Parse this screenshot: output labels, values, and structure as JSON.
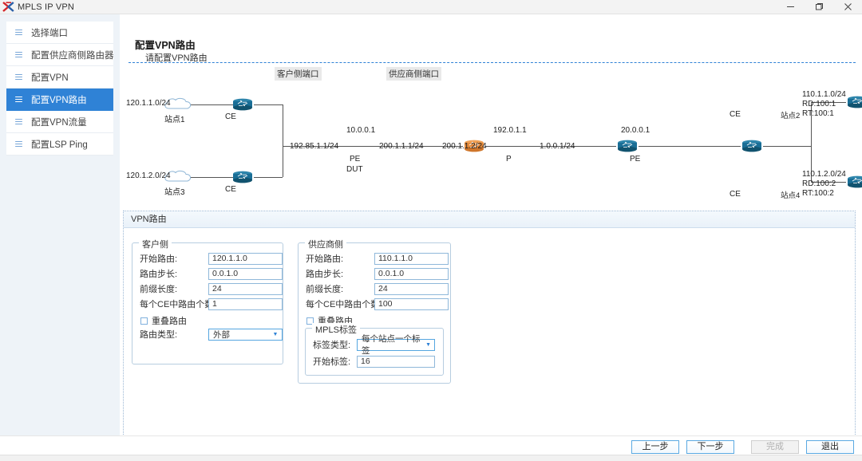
{
  "window": {
    "title": "MPLS IP VPN",
    "logo_icon": "ixia-x-logo-icon",
    "minimize_icon": "minimize-icon",
    "maximize_icon": "maximize-icon",
    "close_icon": "close-icon"
  },
  "sidebar": {
    "items": [
      {
        "label": "选择端口",
        "icon": "list-icon",
        "selected": false
      },
      {
        "label": "配置供应商侧路由器",
        "icon": "list-icon",
        "selected": false
      },
      {
        "label": "配置VPN",
        "icon": "list-icon",
        "selected": false
      },
      {
        "label": "配置VPN路由",
        "icon": "list-icon",
        "selected": true
      },
      {
        "label": "配置VPN流量",
        "icon": "list-icon",
        "selected": false
      },
      {
        "label": "配置LSP Ping",
        "icon": "list-icon",
        "selected": false
      }
    ]
  },
  "page": {
    "title": "配置VPN路由",
    "subtitle": "请配置VPN路由"
  },
  "diagram": {
    "section_labels": {
      "customer": "客户侧端口",
      "provider": "供应商侧端口"
    },
    "nodes": [
      {
        "id": "site1",
        "type": "cloud",
        "label": "站点1",
        "network": "120.1.1.0/24"
      },
      {
        "id": "ce1",
        "type": "router",
        "label": "CE",
        "color": "#1a6e96"
      },
      {
        "id": "site3",
        "type": "cloud",
        "label": "站点3",
        "network": "120.1.2.0/24"
      },
      {
        "id": "ce3",
        "type": "router",
        "label": "CE",
        "color": "#1a6e96"
      },
      {
        "id": "pedut",
        "type": "router",
        "label": "PE",
        "sublabel": "DUT",
        "address": "10.0.0.1",
        "color": "#e38a3c"
      },
      {
        "id": "p",
        "type": "router",
        "label": "P",
        "address": "192.0.1.1",
        "color": "#1a6e96"
      },
      {
        "id": "pe2",
        "type": "router",
        "label": "PE",
        "address": "20.0.0.1",
        "color": "#1a6e96"
      },
      {
        "id": "ce2",
        "type": "router",
        "label": "CE",
        "color": "#1a6e96"
      },
      {
        "id": "ce4",
        "type": "router",
        "label": "CE",
        "color": "#1a6e96"
      },
      {
        "id": "site2",
        "type": "cloud",
        "label": "站点2",
        "network": "110.1.1.0/24",
        "rd": "RD:100:1",
        "rt": "RT:100:1"
      },
      {
        "id": "site4",
        "type": "cloud",
        "label": "站点4",
        "network": "110.1.2.0/24",
        "rd": "RD:100:2",
        "rt": "RT:100:2"
      }
    ],
    "link_labels": {
      "ce_to_pedut": "192.85.1.1/24",
      "pedut_to_p": "200.1.1.1/24",
      "p_left": "200.1.1.2/24",
      "p_to_pe": "1.0.0.1/24"
    }
  },
  "panel": {
    "header": "VPN路由",
    "customer": {
      "legend": "客户侧",
      "fields": [
        {
          "label": "开始路由:",
          "value": "120.1.1.0"
        },
        {
          "label": "路由步长:",
          "value": "0.0.1.0"
        },
        {
          "label": "前缀长度:",
          "value": "24"
        },
        {
          "label": "每个CE中路由个数:",
          "value": "1"
        }
      ],
      "checkbox": {
        "label": "重叠路由",
        "checked": false
      },
      "route_type": {
        "label": "路由类型:",
        "value": "外部",
        "caret_icon": "chevron-down-icon"
      }
    },
    "provider": {
      "legend": "供应商侧",
      "fields": [
        {
          "label": "开始路由:",
          "value": "110.1.1.0"
        },
        {
          "label": "路由步长:",
          "value": "0.0.1.0"
        },
        {
          "label": "前缀长度:",
          "value": "24"
        },
        {
          "label": "每个CE中路由个数:",
          "value": "100"
        }
      ],
      "checkbox": {
        "label": "重叠路由",
        "checked": false
      },
      "mpls": {
        "legend": "MPLS标签",
        "label_type": {
          "label": "标签类型:",
          "value": "每个站点一个标签",
          "caret_icon": "chevron-down-icon"
        },
        "start_label": {
          "label": "开始标签:",
          "value": "16"
        }
      }
    }
  },
  "footer": {
    "prev": "上一步",
    "next": "下一步",
    "finish": "完成",
    "exit": "退出"
  }
}
